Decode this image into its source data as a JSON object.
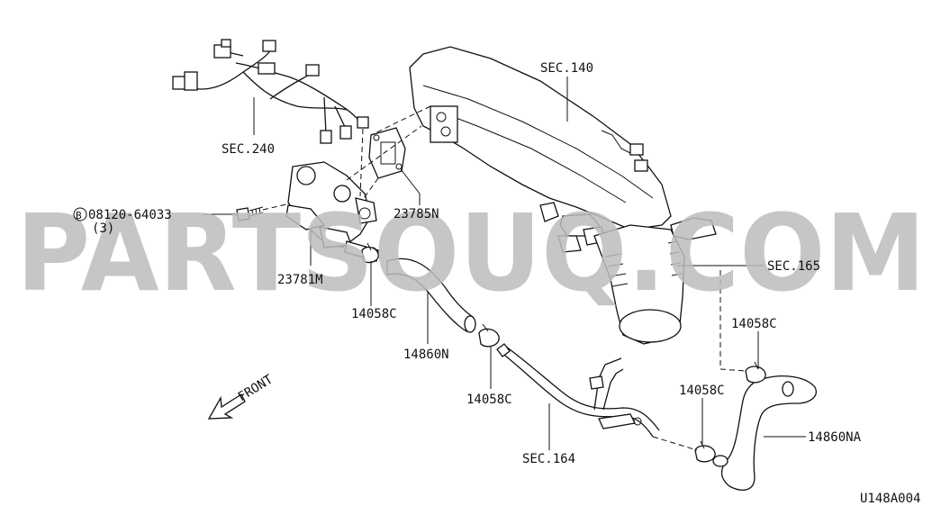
{
  "watermark": "PARTSOUQ.COM",
  "labels": {
    "sec140": "SEC.140",
    "sec240": "SEC.240",
    "bolt_circle": "B",
    "bolt_part": "08120-64033",
    "bolt_qty": "(3)",
    "p23785n": "23785N",
    "sec165": "SEC.165",
    "p23781m": "23781M",
    "p14058c_a": "14058C",
    "p14058c_b": "14058C",
    "p14058c_c": "14058C",
    "p14058c_d": "14058C",
    "p14860n": "14860N",
    "p14860na": "14860NA",
    "sec164": "SEC.164",
    "front": "FRONT",
    "diagram_id": "U148A004"
  }
}
